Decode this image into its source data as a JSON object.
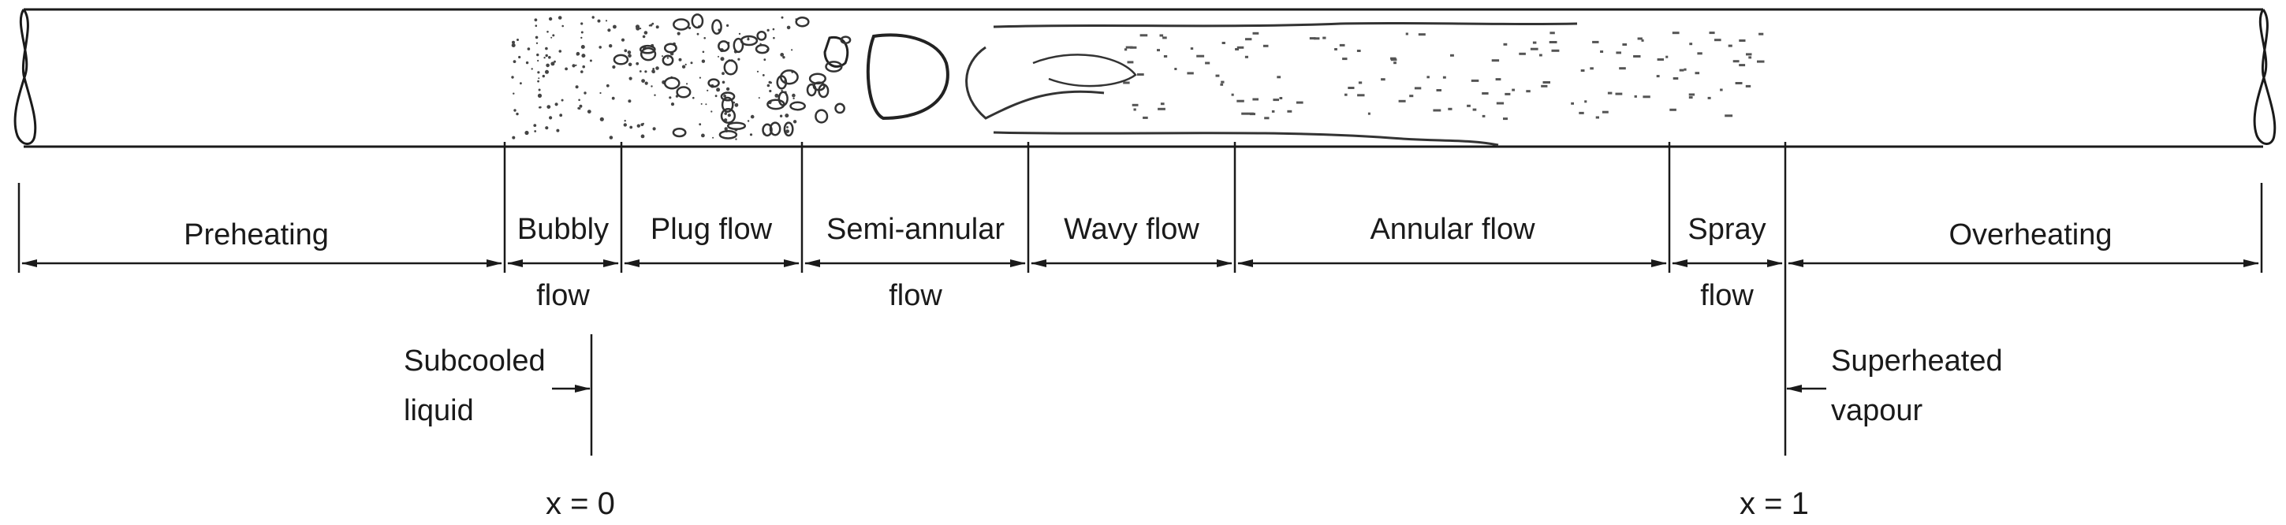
{
  "regions": [
    {
      "id": "preheating",
      "line1": "Preheating",
      "line2": ""
    },
    {
      "id": "bubbly",
      "line1": "Bubbly",
      "line2": "flow"
    },
    {
      "id": "plug",
      "line1": "Plug flow",
      "line2": ""
    },
    {
      "id": "semi-annular",
      "line1": "Semi-annular",
      "line2": "flow"
    },
    {
      "id": "wavy",
      "line1": "Wavy flow",
      "line2": ""
    },
    {
      "id": "annular",
      "line1": "Annular flow",
      "line2": ""
    },
    {
      "id": "spray",
      "line1": "Spray",
      "line2": "flow"
    },
    {
      "id": "overheating",
      "line1": "Overheating",
      "line2": ""
    }
  ],
  "markers": {
    "subcooled": {
      "line1": "Subcooled",
      "line2": "liquid",
      "quality": "x  = 0"
    },
    "superheated": {
      "line1": "Superheated",
      "line2": "vapour",
      "quality": "x  = 1"
    }
  }
}
